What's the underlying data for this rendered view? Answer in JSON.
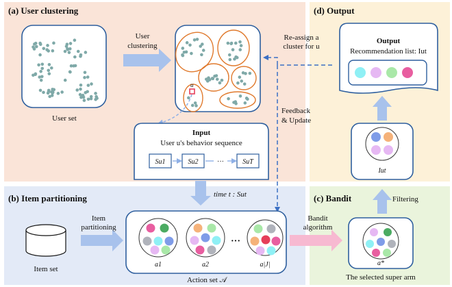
{
  "panels": {
    "user_clustering": {
      "title": "(a) User clustering",
      "bg": "#fae4d8"
    },
    "item_partitioning": {
      "title": "(b) Item partitioning",
      "bg": "#e3eaf7"
    },
    "bandit": {
      "title": "(c) Bandit",
      "bg": "#eaf4dc"
    },
    "output": {
      "title": "(d) Output",
      "bg": "#fdf1d8"
    }
  },
  "labels": {
    "user_set": "User set",
    "user_clustering_line1": "User",
    "user_clustering_line2": "clustering",
    "reassign_line1": "Re-assign a",
    "reassign_line2": "cluster for u",
    "cluster_user": "u",
    "feedback_line1": "Feedback",
    "feedback_line2": "& Update",
    "input_title": "Input",
    "input_subtitle": "User u's behavior sequence",
    "seq_1": "Su1",
    "seq_2": "Su2",
    "seq_dots": "···",
    "seq_T": "SuT",
    "time_label": "time t : Sut",
    "item_set": "Item set",
    "item_partitioning_line1": "Item",
    "item_partitioning_line2": "partitioning",
    "action_a1": "a1",
    "action_a2": "a2",
    "action_dots": "···",
    "action_last": "a|J|",
    "action_set": "Action set 𝒜",
    "bandit_line1": "Bandit",
    "bandit_line2": "algorithm",
    "super_arm": "a*",
    "selected_super_arm": "The selected super arm",
    "filtering": "Filtering",
    "iut": "Iut",
    "output_title": "Output",
    "recommendation": "Recommendation list: Iut"
  },
  "colors": {
    "frame_blue": "#2e5f9e",
    "arrow_blue": "#a8c2ec",
    "dashed_blue": "#3b6fc4",
    "cluster_orange": "#e0792c",
    "dot_teal": "#7fa9a8",
    "pink_arrow": "#f7b9d1",
    "dot_green": "#4bab62",
    "dot_pink": "#e85ea0",
    "dot_cyan": "#8ff0f5",
    "dot_blue": "#7f9ce8",
    "dot_gray": "#b0b3bb",
    "dot_lavender": "#e6b8f3",
    "dot_peach": "#f5b27a",
    "dot_red": "#e63e5a",
    "dot_lightgreen": "#a9e8a8"
  }
}
